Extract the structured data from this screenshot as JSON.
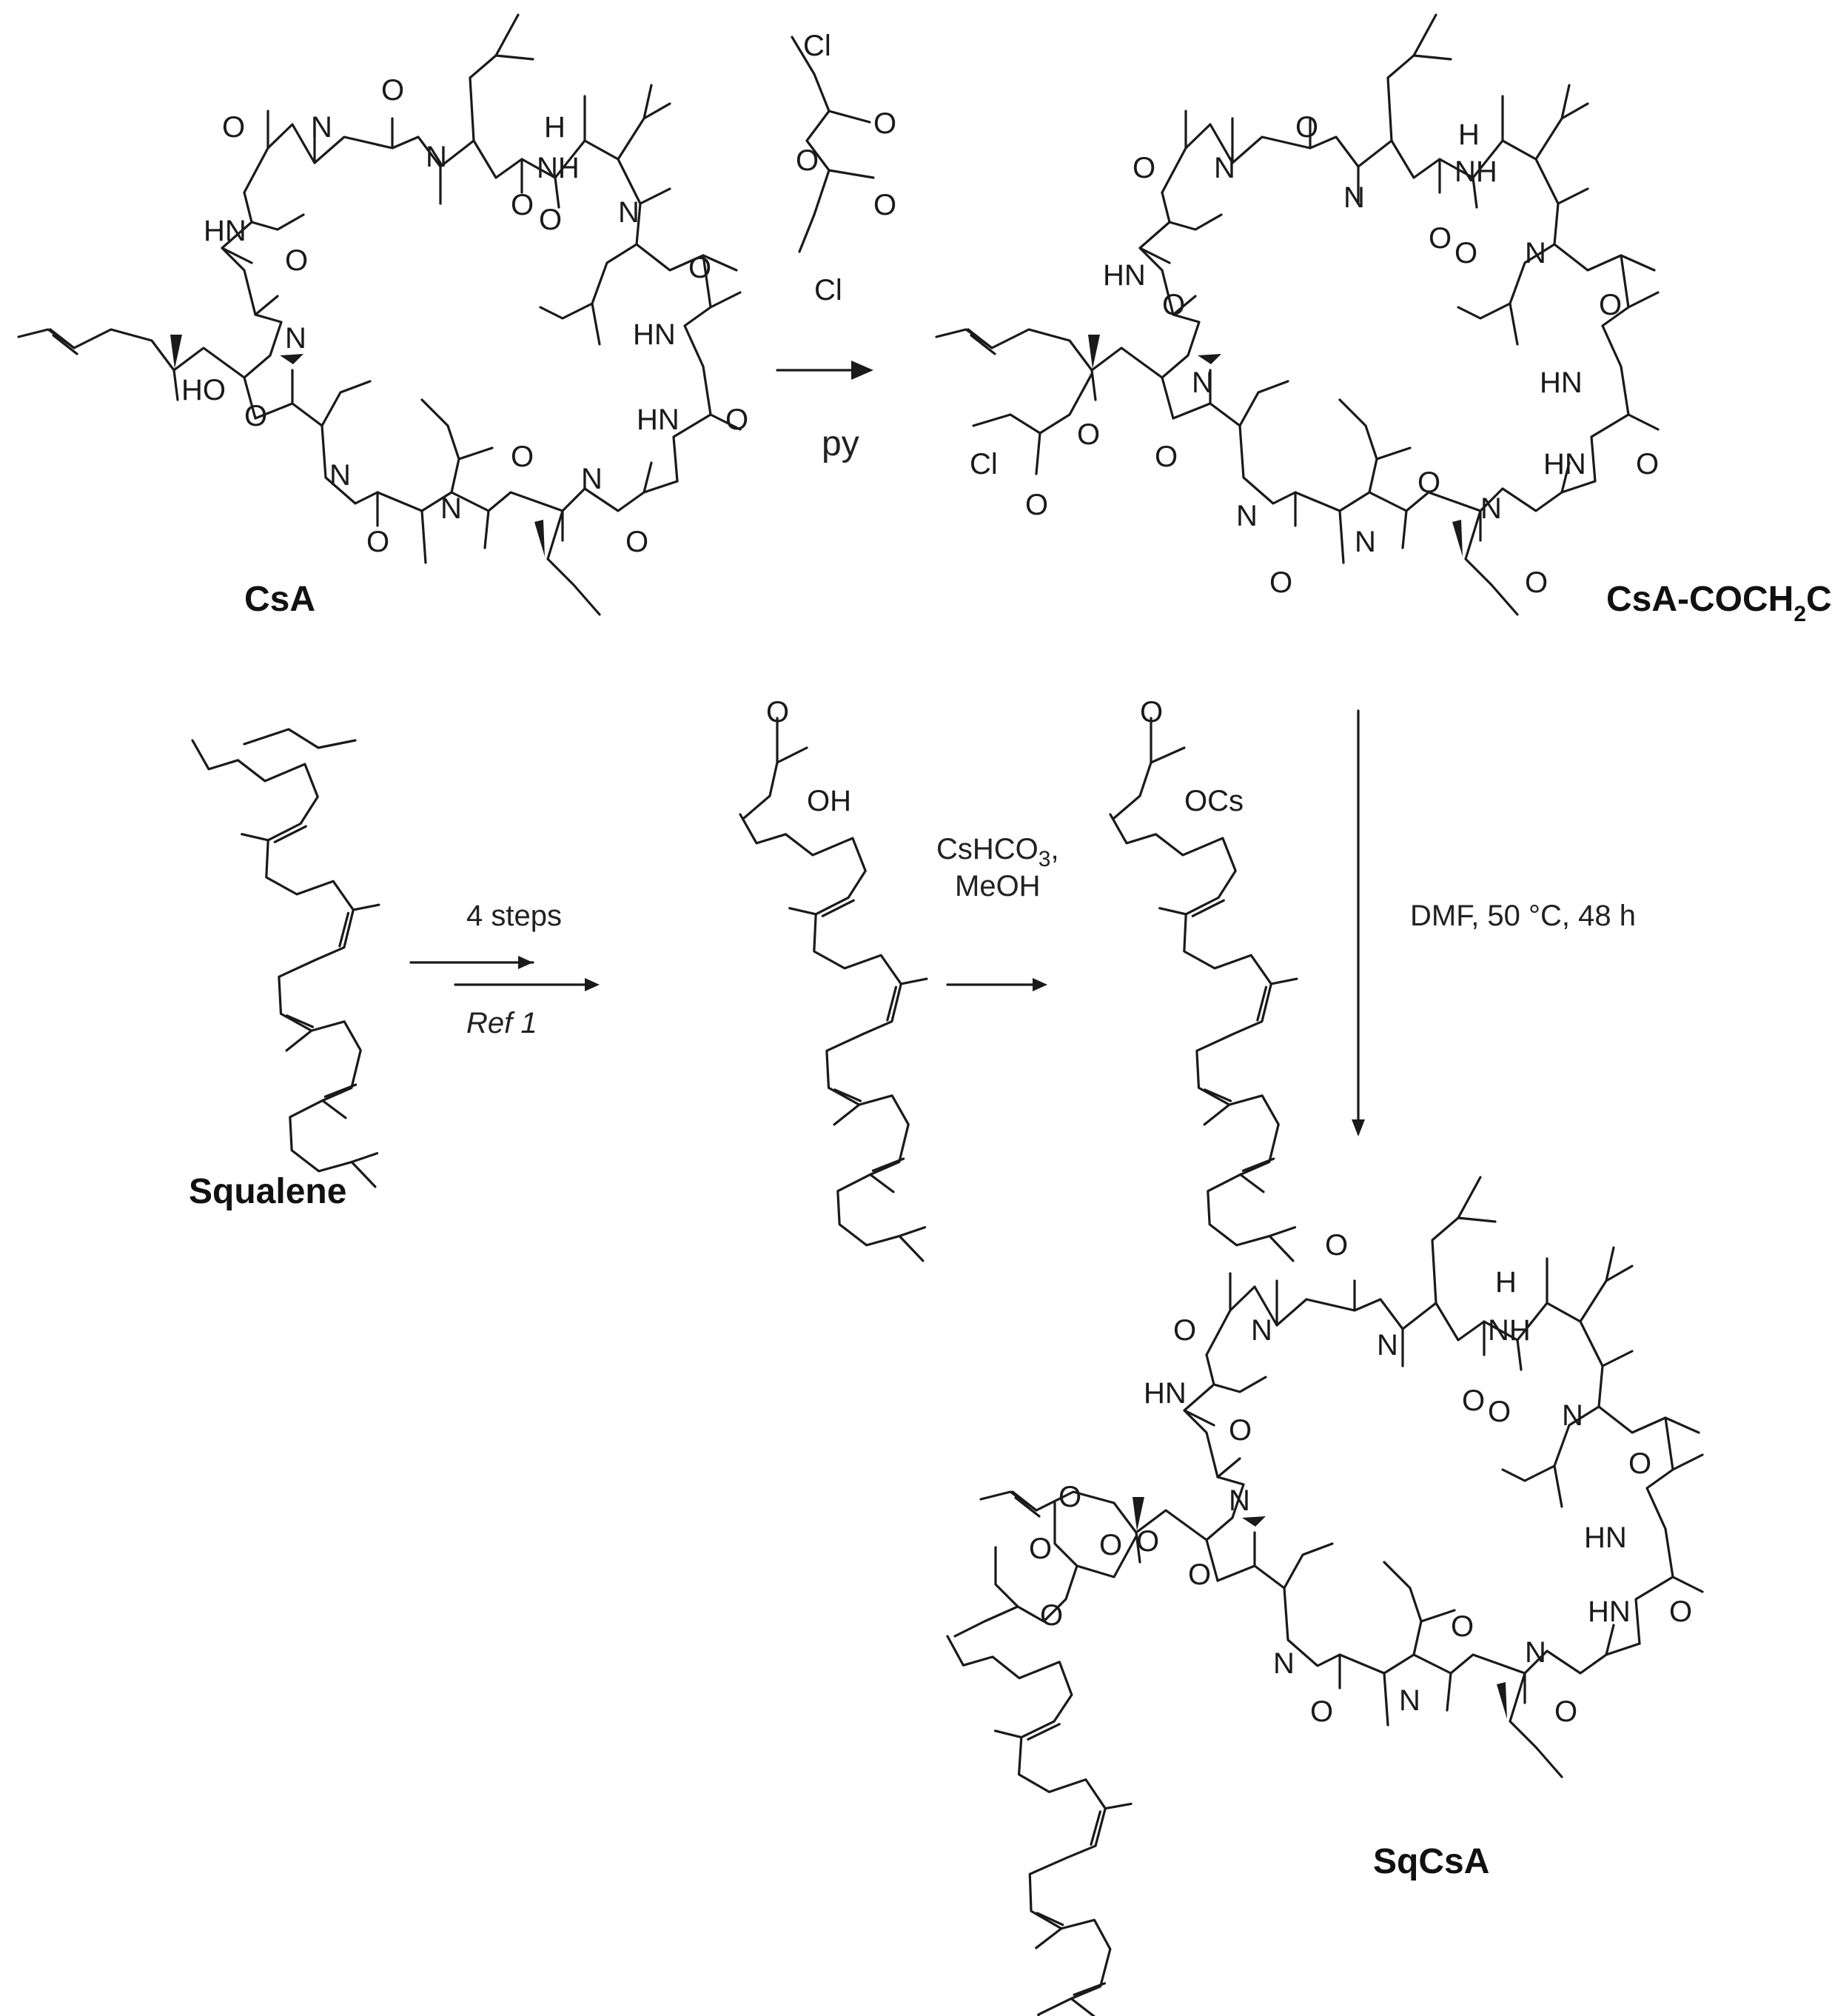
{
  "compounds": {
    "csa": "CsA",
    "csa_chloroacetyl": {
      "main": "CsA-COCH",
      "sub": "2",
      "tail": "Cl"
    },
    "squalene": "Squalene",
    "sqcsa": "SqCsA"
  },
  "reagents": {
    "step1_solvent": "py",
    "step2_count": "4 steps",
    "step2_ref": "Ref 1",
    "step3_reagent": {
      "main": "CsHCO",
      "sub": "3",
      "tail": ","
    },
    "step3_solvent": "MeOH",
    "step4_conditions": "DMF, 50 °C, 48 h"
  },
  "atoms": {
    "N": "N",
    "H": "H",
    "O": "O",
    "NH": "NH",
    "HN": "HN",
    "HO": "HO",
    "Cl": "Cl",
    "OH": "OH",
    "OCs": "OCs"
  }
}
